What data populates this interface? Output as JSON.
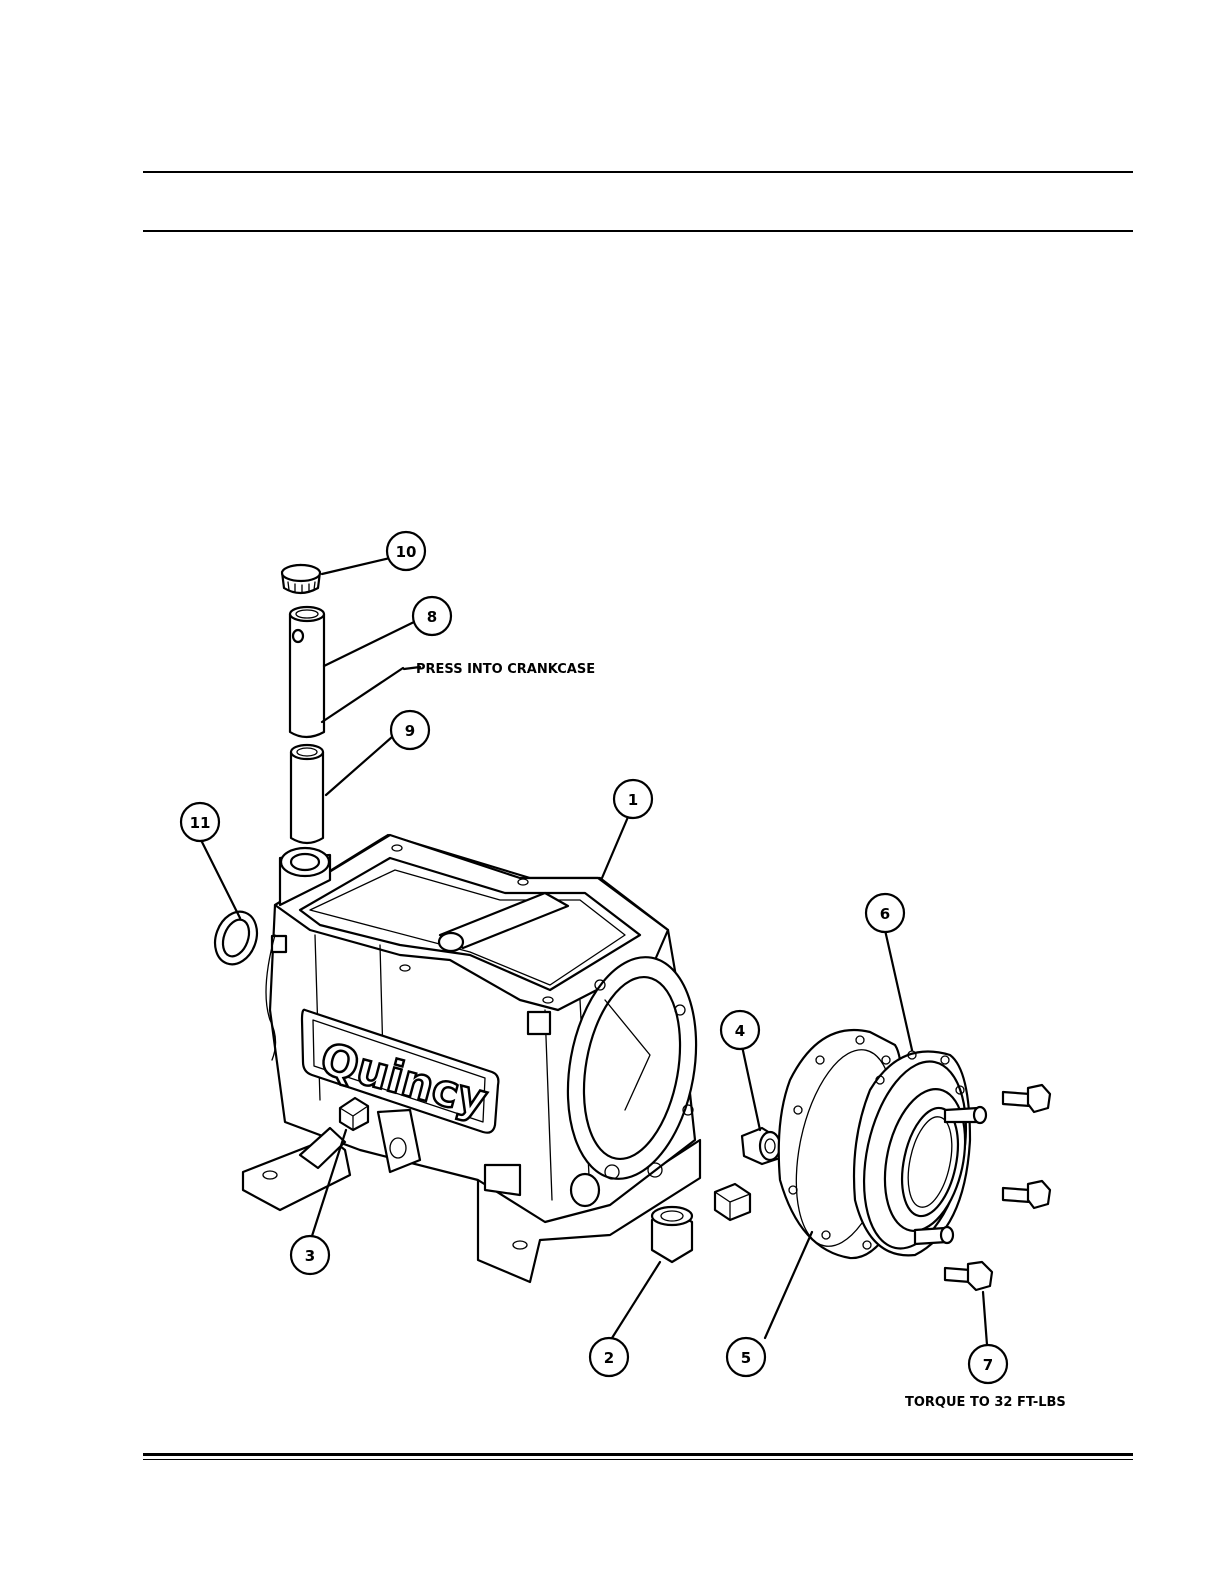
{
  "callouts": [
    {
      "id": "1",
      "label": "1"
    },
    {
      "id": "2",
      "label": "2"
    },
    {
      "id": "3",
      "label": "3"
    },
    {
      "id": "4",
      "label": "4"
    },
    {
      "id": "5",
      "label": "5"
    },
    {
      "id": "6",
      "label": "6"
    },
    {
      "id": "7",
      "label": "7"
    },
    {
      "id": "8",
      "label": "8"
    },
    {
      "id": "9",
      "label": "9"
    },
    {
      "id": "10",
      "label": "10"
    },
    {
      "id": "11",
      "label": "11"
    }
  ],
  "notes": {
    "press": "PRESS INTO CRANKCASE",
    "torque": "TORQUE TO 32 FT-LBS"
  },
  "brand": "Quincy"
}
